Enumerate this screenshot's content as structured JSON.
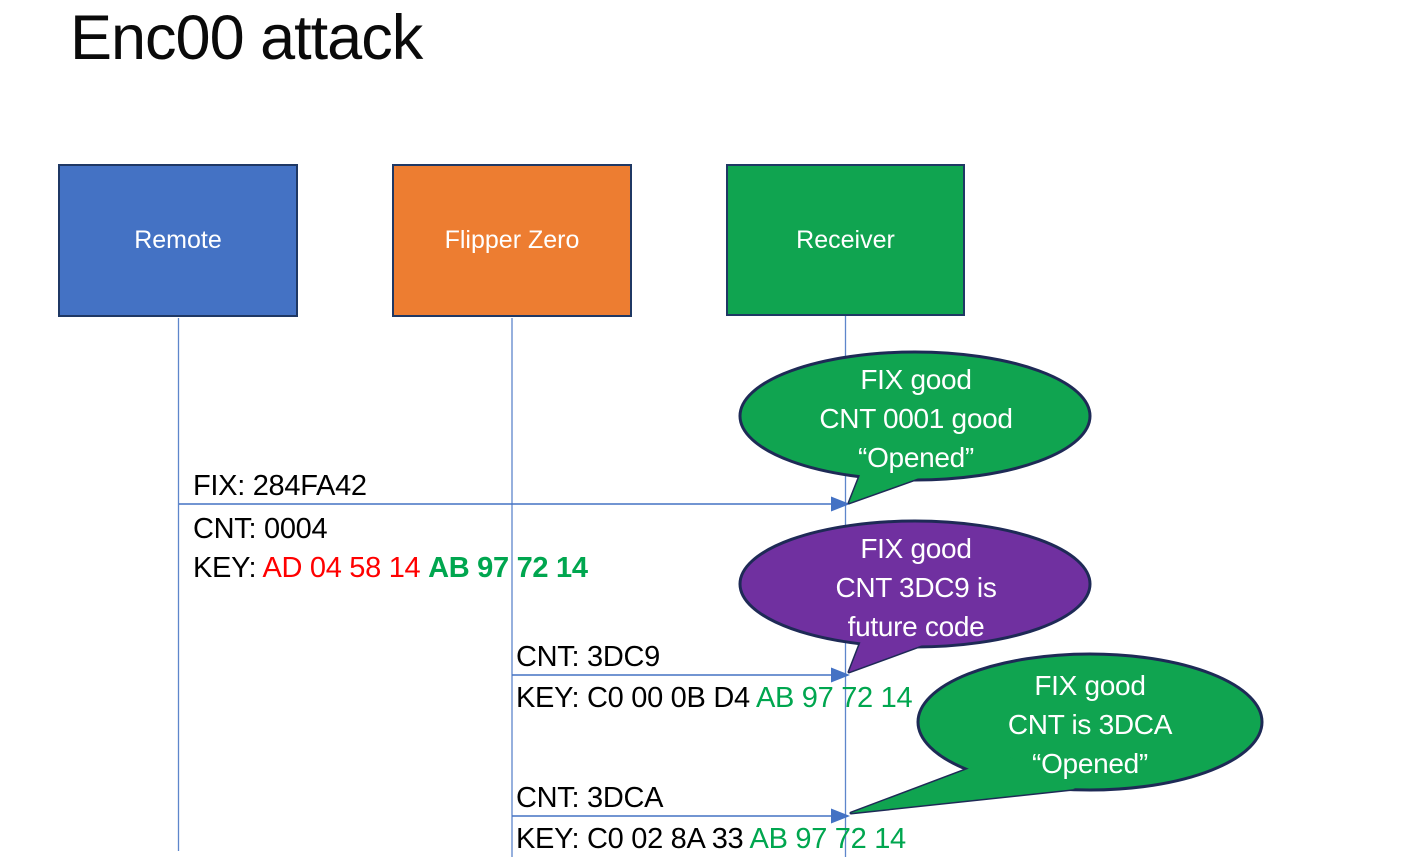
{
  "title": "Enc00 attack",
  "actors": [
    {
      "id": "remote",
      "label": "Remote",
      "fill": "#4472C4"
    },
    {
      "id": "flipper-zero",
      "label": "Flipper Zero",
      "fill": "#ED7D31"
    },
    {
      "id": "receiver",
      "label": "Receiver",
      "fill": "#10A450"
    }
  ],
  "messages": [
    {
      "from": "Remote",
      "to": "Receiver",
      "above": [
        {
          "text": "FIX: 284FA42",
          "color": "#000000"
        }
      ],
      "below": [
        [
          {
            "text": "CNT: 0004",
            "color": "#000000"
          }
        ],
        [
          {
            "text": "KEY: ",
            "color": "#000000"
          },
          {
            "text": "AD 04 58 14 ",
            "color": "#FF0000"
          },
          {
            "text": "AB 97 72 14",
            "color": "#00A64F",
            "bold": true
          }
        ]
      ]
    },
    {
      "from": "Flipper Zero",
      "to": "Receiver",
      "above": [
        {
          "text": "CNT: 3DC9",
          "color": "#000000"
        }
      ],
      "below": [
        [
          {
            "text": "KEY: C0 00 0B D4 ",
            "color": "#000000"
          },
          {
            "text": "AB 97 72 14",
            "color": "#00A64F"
          }
        ]
      ]
    },
    {
      "from": "Flipper Zero",
      "to": "Receiver",
      "above": [
        {
          "text": "CNT: 3DCA",
          "color": "#000000"
        }
      ],
      "below": [
        [
          {
            "text": "KEY: C0 02 8A 33 ",
            "color": "#000000"
          },
          {
            "text": "AB 97 72 14",
            "color": "#00A64F"
          }
        ]
      ]
    }
  ],
  "callouts": [
    {
      "fill": "#10A450",
      "lines": [
        "FIX good",
        "CNT 0001 good",
        "“Opened”"
      ]
    },
    {
      "fill": "#7030A0",
      "lines": [
        "FIX good",
        "CNT 3DC9 is",
        "future code"
      ]
    },
    {
      "fill": "#10A450",
      "lines": [
        "FIX good",
        "CNT is 3DCA",
        "“Opened”"
      ]
    }
  ],
  "colors": {
    "arrow_line": "#4472C4",
    "lifeline": "#5E86CB",
    "callout_border": "#1E2A56",
    "box_border": "#1F3864"
  }
}
